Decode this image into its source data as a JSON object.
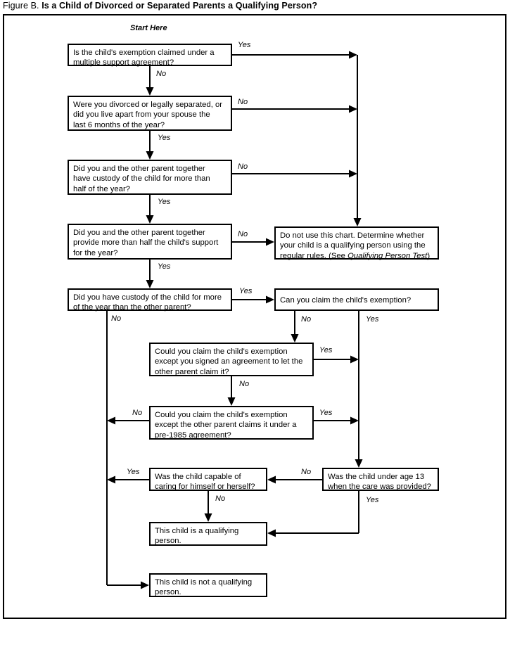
{
  "figure": {
    "label": "Figure B.",
    "title": "Is a Child of Divorced or Separated Parents a Qualifying Person?",
    "start_marker": "Start Here"
  },
  "chart_data": {
    "type": "diagram",
    "title": "Figure B. Is a Child of Divorced or Separated Parents a Qualifying Person?",
    "diagram_kind": "decision-flowchart",
    "nodes": [
      {
        "id": "q1",
        "kind": "decision",
        "lines": [
          "Is the child's exemption claimed under a",
          "multiple support agreement?"
        ]
      },
      {
        "id": "q2",
        "kind": "decision",
        "lines": [
          "Were you divorced or legally separated, or",
          "did you live apart from your spouse the",
          "last 6 months of the year?"
        ]
      },
      {
        "id": "q3",
        "kind": "decision",
        "lines": [
          "Did you and the other parent together",
          "have custody of the child for more than",
          "half of the year?"
        ]
      },
      {
        "id": "q4",
        "kind": "decision",
        "lines": [
          "Did you and the other parent together",
          "provide more than half the child's support",
          "for the year?"
        ]
      },
      {
        "id": "q5",
        "kind": "decision",
        "lines": [
          "Did you have custody of the child for more",
          "of the year than the other parent?"
        ]
      },
      {
        "id": "notchart",
        "kind": "terminal",
        "lines": [
          "Do not use this chart. Determine whether",
          "your child is a qualifying person using the",
          "regular rules. (See Qualifying Person Test)"
        ],
        "italic_phrase": "Qualifying Person Test"
      },
      {
        "id": "q6",
        "kind": "decision",
        "lines": [
          "Can you claim the child's exemption?"
        ]
      },
      {
        "id": "q7",
        "kind": "decision",
        "lines": [
          "Could you claim the child's exemption",
          "except you signed an agreement to let the",
          "other parent claim it?"
        ]
      },
      {
        "id": "q8",
        "kind": "decision",
        "lines": [
          "Could you claim the child's exemption",
          "except the other parent claims it under a",
          "pre-1985 agreement?"
        ]
      },
      {
        "id": "q9",
        "kind": "decision",
        "lines": [
          "Was the child capable of",
          "caring for himself or herself?"
        ]
      },
      {
        "id": "q10",
        "kind": "decision",
        "lines": [
          "Was the child under age 13",
          "when the care was provided?"
        ]
      },
      {
        "id": "yes-qp",
        "kind": "terminal",
        "lines": [
          "This child is a qualifying",
          "person."
        ]
      },
      {
        "id": "not-qp",
        "kind": "terminal",
        "lines": [
          "This child is not a qualifying",
          "person."
        ]
      }
    ],
    "edges": [
      {
        "from": "q1",
        "to": "notchart",
        "label": "Yes"
      },
      {
        "from": "q1",
        "to": "q2",
        "label": "No"
      },
      {
        "from": "q2",
        "to": "notchart",
        "label": "No"
      },
      {
        "from": "q2",
        "to": "q3",
        "label": "Yes"
      },
      {
        "from": "q3",
        "to": "notchart",
        "label": "No"
      },
      {
        "from": "q3",
        "to": "q4",
        "label": "Yes"
      },
      {
        "from": "q4",
        "to": "notchart",
        "label": "No"
      },
      {
        "from": "q4",
        "to": "q5",
        "label": "Yes"
      },
      {
        "from": "q5",
        "to": "q6",
        "label": "Yes"
      },
      {
        "from": "q5",
        "to": "not-qp",
        "label": "No"
      },
      {
        "from": "q6",
        "to": "q7",
        "label": "No"
      },
      {
        "from": "q6",
        "to": "q10",
        "label": "Yes"
      },
      {
        "from": "q7",
        "to": "q10",
        "label": "Yes"
      },
      {
        "from": "q7",
        "to": "q8",
        "label": "No"
      },
      {
        "from": "q8",
        "to": "q10",
        "label": "Yes"
      },
      {
        "from": "q8",
        "to": "not-qp",
        "label": "No"
      },
      {
        "from": "q9",
        "to": "not-qp",
        "label": "Yes"
      },
      {
        "from": "q9",
        "to": "yes-qp",
        "label": "No"
      },
      {
        "from": "q10",
        "to": "q9",
        "label": "No"
      },
      {
        "from": "q10",
        "to": "yes-qp",
        "label": "Yes"
      }
    ],
    "edge_labels": {
      "q1_yes": "Yes",
      "q1_no": "No",
      "q2_no": "No",
      "q2_yes": "Yes",
      "q3_no": "No",
      "q3_yes": "Yes",
      "q4_no": "No",
      "q4_yes": "Yes",
      "q5_yes": "Yes",
      "q5_no": "No",
      "q6_no": "No",
      "q6_yes": "Yes",
      "q7_yes": "Yes",
      "q7_no": "No",
      "q8_no": "No",
      "q8_yes": "Yes",
      "q9_yes": "Yes",
      "q9_no": "No",
      "q10_no": "No",
      "q10_yes": "Yes"
    }
  },
  "colors": {
    "stroke": "#000000",
    "background": "#ffffff"
  }
}
